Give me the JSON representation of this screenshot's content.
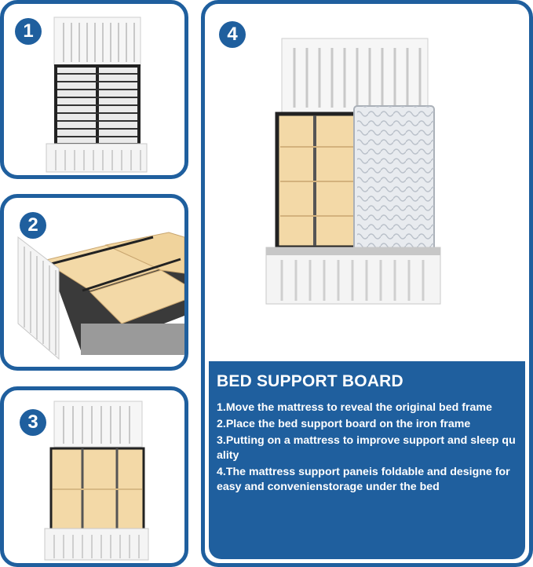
{
  "steps": {
    "s1": "1",
    "s2": "2",
    "s3": "3",
    "s4": "4"
  },
  "info": {
    "title": "BED SUPPORT BOARD",
    "items": [
      "1.Move the mattress to reveal the original bed frame",
      "2.Place the bed support board on the iron frame",
      "3.Putting on a mattress to improve support and sleep quality",
      "4.The mattress support paneis foldable and designe for easy and convenienstorage under the bed"
    ]
  },
  "colors": {
    "accent": "#1f5f9e",
    "board": "#f3d9a7",
    "frame": "#2b2b2b",
    "bed": "#f4f4f4"
  }
}
